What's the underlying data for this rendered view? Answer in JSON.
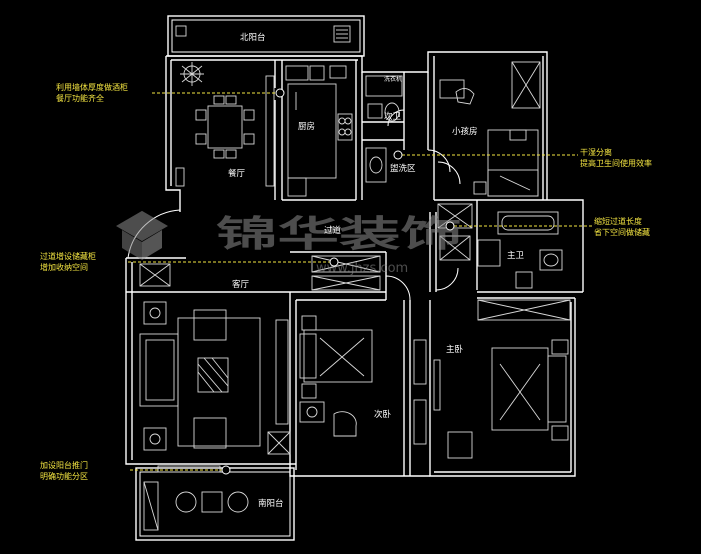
{
  "rooms": {
    "north_balcony": "北阳台",
    "dining": "餐厅",
    "kitchen": "厨房",
    "toilet": "次卫",
    "wash": "盥洗区",
    "kids_room": "小孩房",
    "corridor": "过道",
    "master_bath": "主卫",
    "living": "客厅",
    "second_bedroom": "次卧",
    "master_bedroom": "主卧",
    "south_balcony": "南阳台",
    "washer_label": "洗衣机"
  },
  "notes": {
    "n1_line1": "利用墙体厚度做酒柜",
    "n1_line2": "餐厅功能齐全",
    "n2_line1": "干湿分离",
    "n2_line2": "提高卫生间使用效率",
    "n3_line1": "缩短过道长度",
    "n3_line2": "省下空间做储藏",
    "n4_line1": "过道增设储藏柜",
    "n4_line2": "增加收纳空间",
    "n5_line1": "加设阳台推门",
    "n5_line2": "明确功能分区"
  },
  "watermark": {
    "brand": "锦华装饰",
    "url": "www.jhzs.com"
  },
  "colors": {
    "background": "#000000",
    "walls": "#ffffff",
    "annotations": "#f5e642",
    "watermark": "#8c8c8c"
  }
}
